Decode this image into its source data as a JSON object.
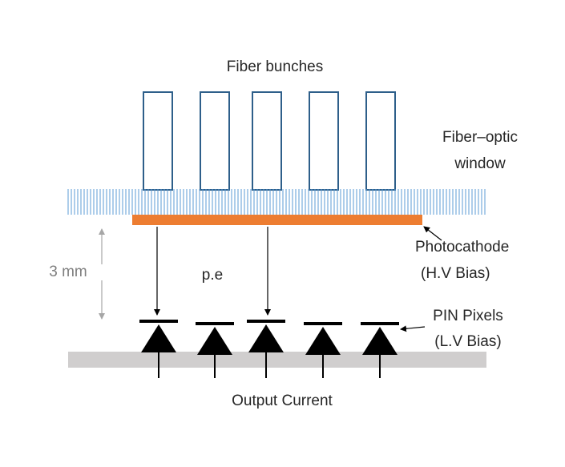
{
  "labels": {
    "fiber_bunches": "Fiber bunches",
    "fiber_optic_window_line1": "Fiber–optic",
    "fiber_optic_window_line2": "window",
    "photocathode_line1": "Photocathode",
    "photocathode_line2": "(H.V Bias)",
    "gap": "3 mm",
    "pe": "p.e",
    "pin_pixels_line1": "PIN Pixels",
    "pin_pixels_line2": "(L.V Bias)",
    "output_current": "Output Current"
  },
  "colors": {
    "fiber_outline": "#2e5f8a",
    "window_hatch": "#5b9bd5",
    "photocathode": "#ed7d31",
    "substrate": "#d0cece",
    "diode": "#000000",
    "dimension": "#a6a6a6",
    "text": "#262626",
    "dimension_text": "#7f7f7f"
  },
  "counts": {
    "fiber_bunches": 5,
    "pin_pixels": 5,
    "photoelectron_arrows": 2
  }
}
